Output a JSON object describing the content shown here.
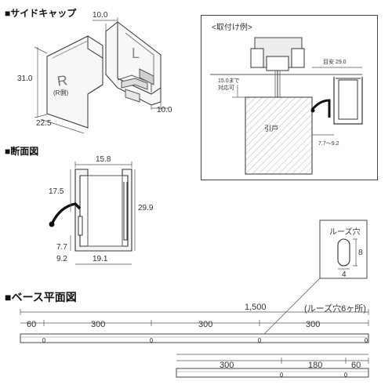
{
  "sections": {
    "side_cap": "■サイドキャップ",
    "cross_section": "■断面図",
    "base_plan": "■ベース平面図"
  },
  "side_cap": {
    "marks": {
      "r_mark": "R",
      "r_sub": "(R側)",
      "l_mark": "L"
    },
    "dims": {
      "top_right": "10.0",
      "height": "31.0",
      "width": "22.5",
      "depth": "10.0"
    }
  },
  "install_example": {
    "title": "<取付け例>",
    "dims": {
      "guide": "目安 29.0",
      "upto_line1": "15.0まで",
      "upto_line2": "対応可",
      "range": "7.7〜9.2"
    },
    "door_label": "引戸"
  },
  "cross_section": {
    "dims": {
      "top": "15.8",
      "left": "17.5",
      "right": "29.9",
      "bottom_a": "7.7",
      "bottom_b": "9.2",
      "bottom_width": "19.1"
    }
  },
  "loose_hole": {
    "title": "ルーズ穴",
    "dims": {
      "height": "8",
      "width": "4"
    },
    "note": "(ルーズ穴6ヶ所)"
  },
  "base_plan": {
    "total": "1,500",
    "top_segments": [
      "60",
      "300",
      "300",
      "300"
    ],
    "bottom_segments": [
      "300",
      "180",
      "60"
    ]
  }
}
